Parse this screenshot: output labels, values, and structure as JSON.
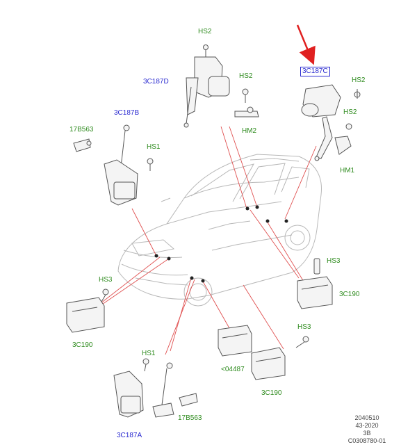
{
  "labels": {
    "hs2_top": "HS2",
    "hs2_mid": "HS2",
    "hs2_right1": "HS2",
    "hs2_right2": "HS2",
    "p3c187d": "3C187D",
    "p3c187c": "3C187C",
    "hm2": "HM2",
    "hm1": "HM1",
    "p3c187b": "3C187B",
    "p17b563_left": "17B563",
    "hs1_left": "HS1",
    "hs3_left": "HS3",
    "p3c190_left": "3C190",
    "hs3_right": "HS3",
    "p3c190_right": "3C190",
    "hs3_bottom": "HS3",
    "p04487": "<04487",
    "p3c190_bottom": "3C190",
    "hs1_bottom": "HS1",
    "p3c187a": "3C187A",
    "p17b563_bottom": "17B563"
  },
  "reference": {
    "line1": "2040510",
    "line2": "43-2020",
    "line3": "3B",
    "line4": "C0308780-01"
  },
  "colors": {
    "label_green": "#2e8b1e",
    "label_blue": "#2a2ad0",
    "leader_red": "#e05050",
    "arrow_red": "#e02020",
    "part_grey": "#555555"
  }
}
